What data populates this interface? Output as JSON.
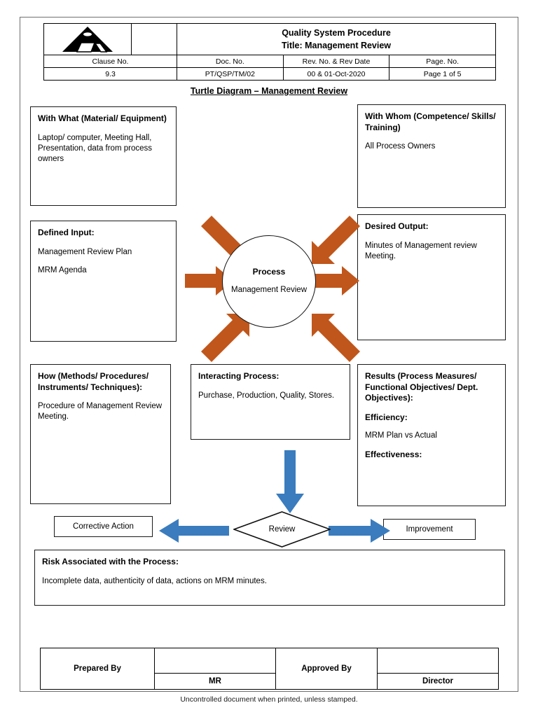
{
  "header": {
    "logo": "pyramid-logo",
    "title_line1": "Quality System Procedure",
    "title_line2": "Title: Management Review",
    "columns": [
      "Clause No.",
      "Doc. No.",
      "Rev. No. & Rev Date",
      "Page. No."
    ],
    "values": [
      "9.3",
      "PT/QSP/TM/02",
      "00 & 01-Oct-2020",
      "Page 1 of 5"
    ]
  },
  "doc_title": "Turtle Diagram – Management Review",
  "boxes": {
    "with_what": {
      "title": "With What (Material/ Equipment)",
      "body": "Laptop/ computer, Meeting Hall, Presentation, data from process owners"
    },
    "with_whom": {
      "title": "With Whom (Competence/ Skills/ Training)",
      "body": "All Process Owners"
    },
    "defined_input": {
      "title": "Defined Input:",
      "body1": "Management Review Plan",
      "body2": "MRM Agenda"
    },
    "desired_output": {
      "title": "Desired Output:",
      "body": "Minutes of Management review Meeting."
    },
    "how": {
      "title": "How (Methods/ Procedures/ Instruments/ Techniques):",
      "body": "Procedure of Management Review Meeting."
    },
    "interacting": {
      "title": "Interacting Process:",
      "body": "Purchase, Production, Quality, Stores."
    },
    "results": {
      "title": "Results (Process Measures/ Functional Objectives/ Dept. Objectives):",
      "efficiency_label": "Efficiency:",
      "efficiency_value": "MRM Plan vs Actual",
      "effectiveness_label": "Effectiveness:"
    },
    "risk": {
      "title": "Risk Associated with the Process:",
      "body": "Incomplete data, authenticity of data, actions on MRM minutes."
    }
  },
  "process_circle": {
    "label": "Process",
    "name": "Management Review"
  },
  "review_flow": {
    "corrective_action": "Corrective Action",
    "review": "Review",
    "improvement": "Improvement"
  },
  "signatures": {
    "prepared_by_label": "Prepared By",
    "prepared_by_name": "MR",
    "approved_by_label": "Approved By",
    "approved_by_name": "Director"
  },
  "footer": "Uncontrolled document when printed, unless stamped.",
  "colors": {
    "arrow_orange": "#C0561B",
    "arrow_blue": "#3A7CBE",
    "border_black": "#1a1a1a",
    "page_border": "#6f6f6f"
  }
}
